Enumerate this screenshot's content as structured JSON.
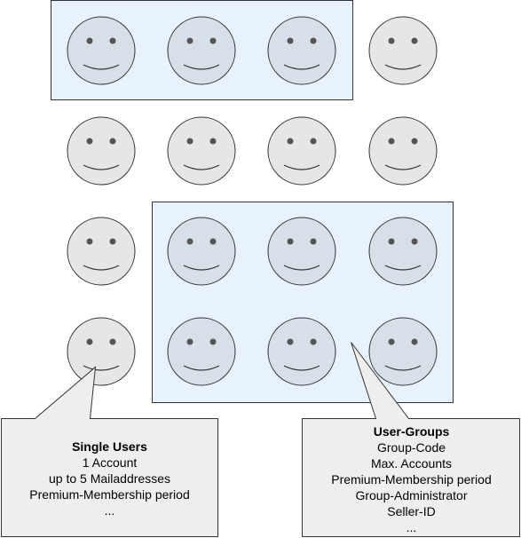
{
  "colors": {
    "group_fill": "#e8f2fd",
    "group_stroke": "#333333",
    "face_fill_plain": "#e6e6e6",
    "face_fill_grouped": "#d7dfe9",
    "face_stroke": "#333333",
    "callout_fill": "#eeeeee",
    "callout_stroke": "#333333"
  },
  "faces": {
    "rows": 4,
    "columns": 4,
    "grouped": [
      [
        0,
        0
      ],
      [
        0,
        1
      ],
      [
        0,
        2
      ],
      [
        2,
        1
      ],
      [
        2,
        2
      ],
      [
        2,
        3
      ],
      [
        3,
        1
      ],
      [
        3,
        2
      ],
      [
        3,
        3
      ]
    ]
  },
  "callouts": {
    "single_users": {
      "heading": "Single Users",
      "lines": [
        "1 Account",
        "up to 5 Mailaddresses",
        "Premium-Membership period",
        "..."
      ]
    },
    "user_groups": {
      "heading": "User-Groups",
      "lines": [
        "Group-Code",
        "Max. Accounts",
        "Premium-Membership period",
        "Group-Administrator",
        "Seller-ID",
        "..."
      ]
    }
  }
}
